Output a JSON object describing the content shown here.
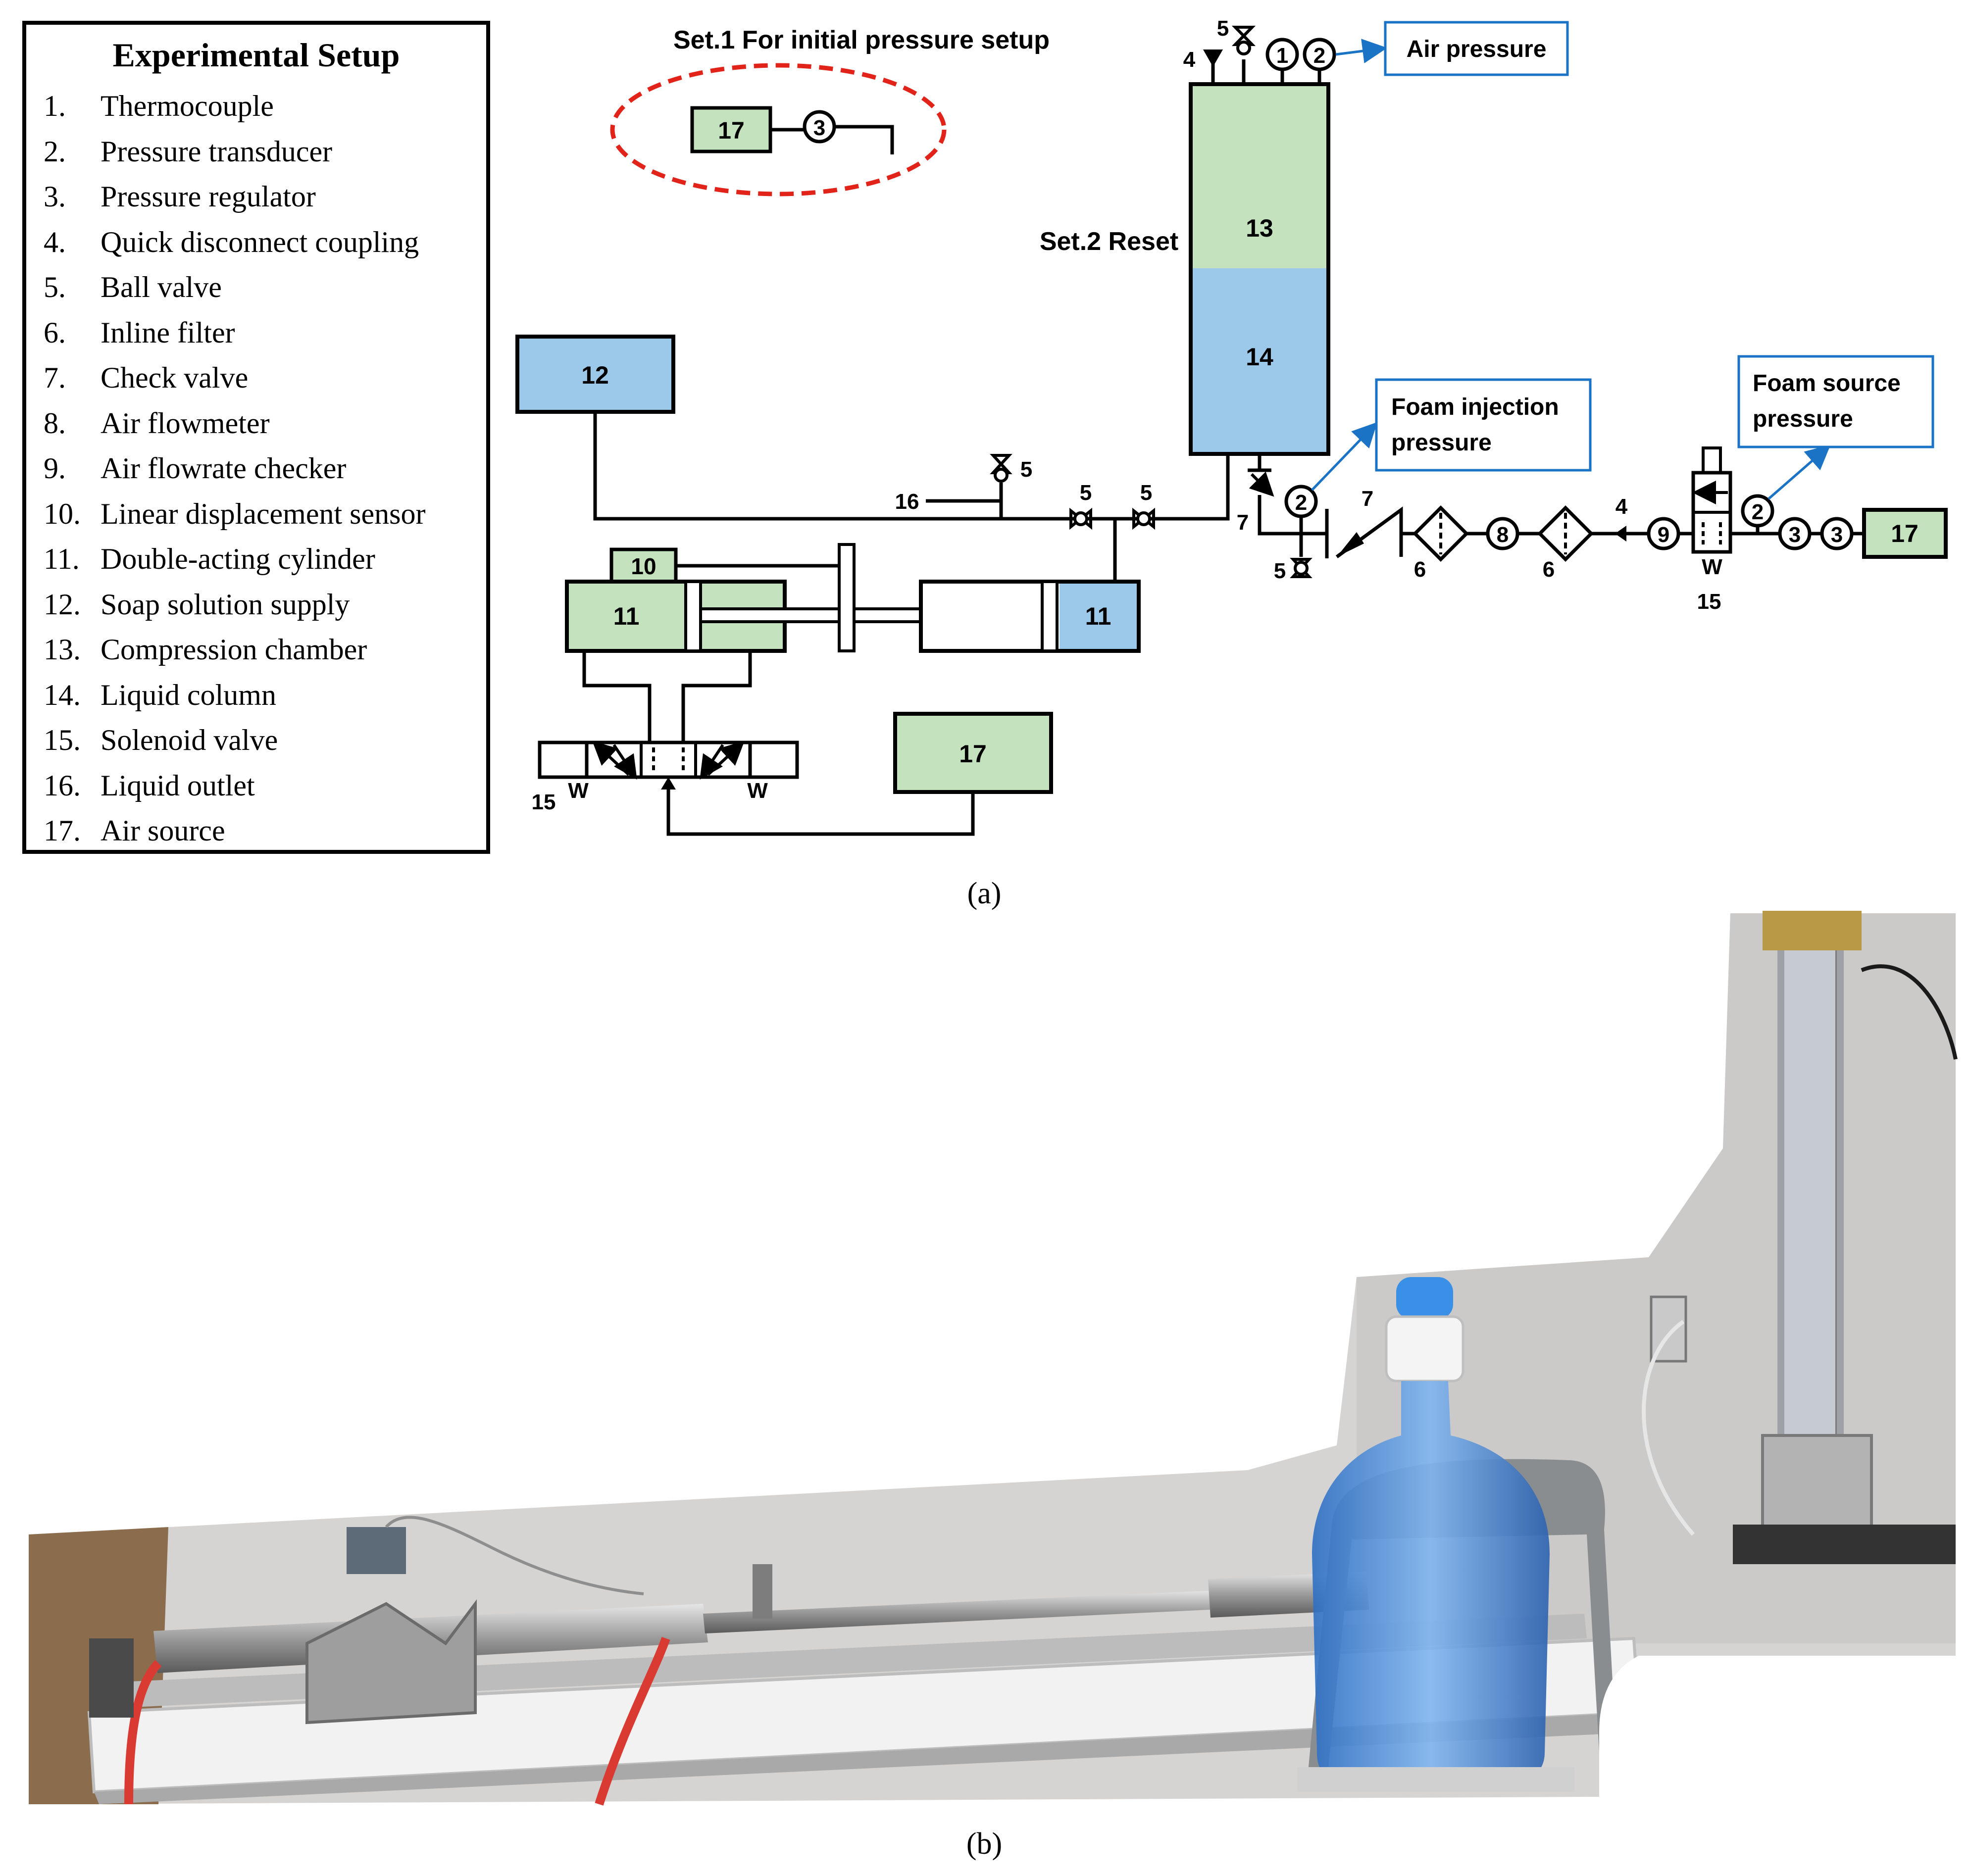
{
  "legend": {
    "title": "Experimental Setup",
    "items": [
      {
        "num": "1.",
        "label": "Thermocouple"
      },
      {
        "num": "2.",
        "label": "Pressure transducer"
      },
      {
        "num": "3.",
        "label": "Pressure regulator"
      },
      {
        "num": "4.",
        "label": "Quick disconnect coupling"
      },
      {
        "num": "5.",
        "label": "Ball valve"
      },
      {
        "num": "6.",
        "label": "Inline filter"
      },
      {
        "num": "7.",
        "label": "Check valve"
      },
      {
        "num": "8.",
        "label": "Air flowmeter"
      },
      {
        "num": "9.",
        "label": "Air flowrate checker"
      },
      {
        "num": "10.",
        "label": "Linear displacement sensor"
      },
      {
        "num": "11.",
        "label": "Double-acting cylinder"
      },
      {
        "num": "12.",
        "label": "Soap solution supply"
      },
      {
        "num": "13.",
        "label": "Compression chamber"
      },
      {
        "num": "14.",
        "label": "Liquid column"
      },
      {
        "num": "15.",
        "label": "Solenoid valve"
      },
      {
        "num": "16.",
        "label": "Liquid outlet"
      },
      {
        "num": "17.",
        "label": "Air source"
      }
    ]
  },
  "diagram": {
    "set1_label": "Set.1 For initial pressure setup",
    "set2_label": "Set.2 Reset",
    "callouts": {
      "air_pressure": "Air pressure",
      "foam_injection_line1": "Foam injection",
      "foam_injection_line2": "pressure",
      "foam_source_line1": "Foam source",
      "foam_source_line2": "pressure"
    },
    "components": {
      "c1": "1",
      "c2": "2",
      "c3": "3",
      "c4": "4",
      "c5": "5",
      "c6": "6",
      "c7": "7",
      "c8": "8",
      "c9": "9",
      "c10": "10",
      "c11": "11",
      "c12": "12",
      "c13": "13",
      "c14": "14",
      "c15": "15",
      "c16": "16",
      "c17": "17"
    },
    "caption_a": "(a)",
    "caption_b": "(b)"
  },
  "colors": {
    "green_fill": "#c4e2bd",
    "blue_fill": "#9cc9ea",
    "callout_blue": "#1a73c4",
    "dashed_red": "#e2231a",
    "line": "#000000"
  }
}
